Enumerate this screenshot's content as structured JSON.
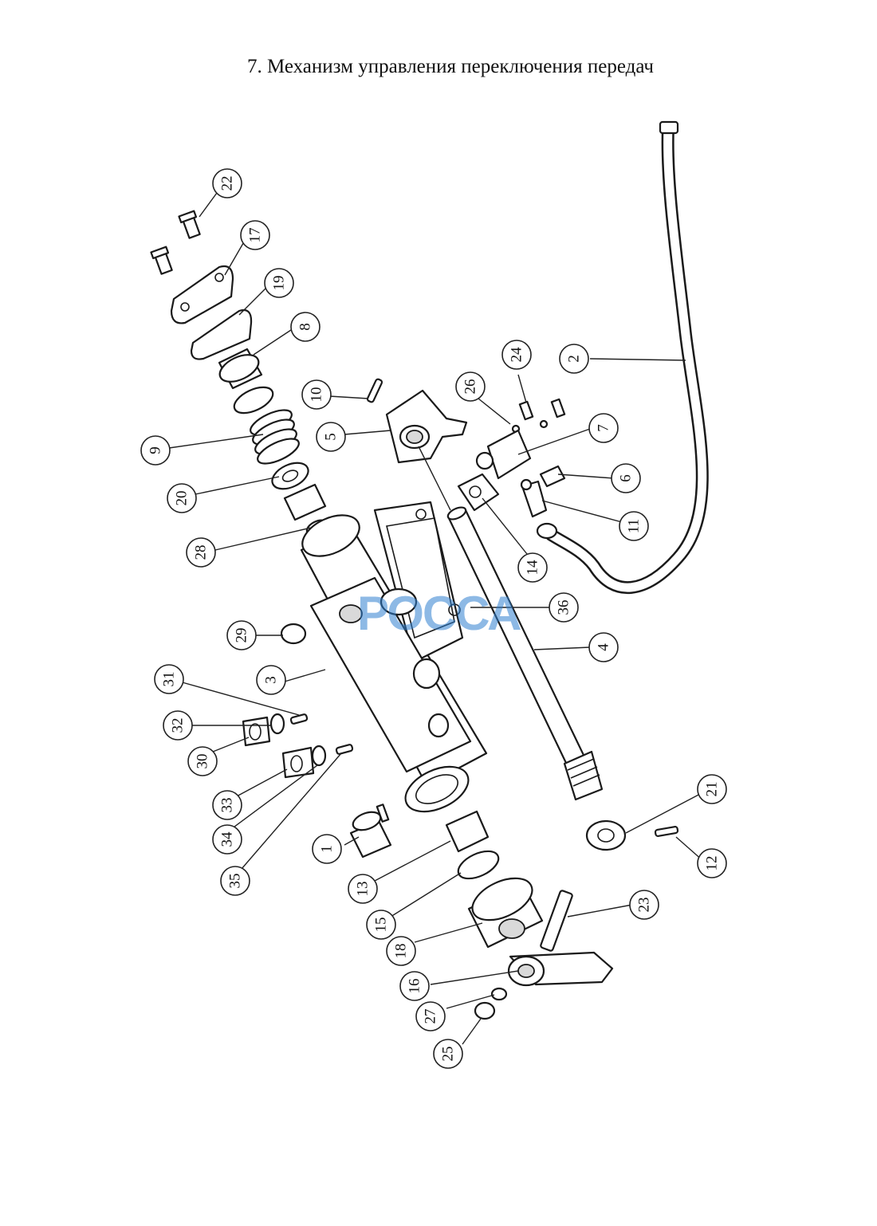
{
  "title": "7. Механизм управления переключения передач",
  "watermark": "РОССА",
  "callouts": [
    "22",
    "17",
    "19",
    "8",
    "10",
    "5",
    "26",
    "24",
    "2",
    "7",
    "6",
    "11",
    "9",
    "20",
    "28",
    "14",
    "36",
    "4",
    "29",
    "3",
    "31",
    "32",
    "30",
    "33",
    "34",
    "35",
    "1",
    "13",
    "15",
    "18",
    "21",
    "12",
    "23",
    "16",
    "27",
    "25"
  ]
}
